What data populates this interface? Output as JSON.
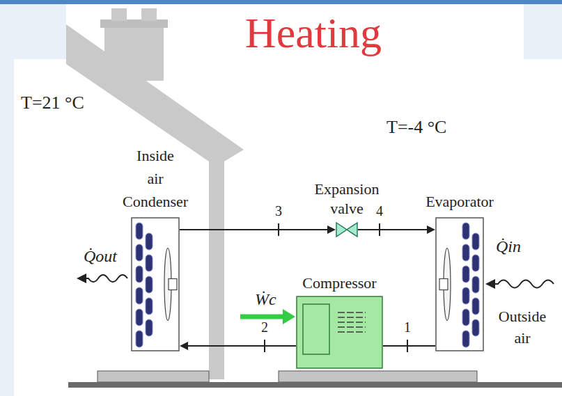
{
  "diagram": {
    "title": "Heating",
    "nodes": [
      {
        "text": [
          "Inside air",
          "Condenser"
        ]
      },
      {
        "text": [
          "Expansion valve"
        ]
      },
      {
        "text": [
          "Evaporator"
        ]
      },
      {
        "text": [
          "Compressor"
        ]
      }
    ],
    "edges": [
      {
        "from": 0,
        "to": 1,
        "label": "3",
        "arrow": "to"
      },
      {
        "from": 1,
        "to": 2,
        "label": "4",
        "arrow": "to"
      },
      {
        "from": 2,
        "to": 3,
        "label": "1",
        "arrow": "none"
      },
      {
        "from": 3,
        "to": 0,
        "label": "2",
        "arrow": "to"
      }
    ],
    "labels": [
      "T=21 °C",
      "T=-4 °C",
      "Q̇out",
      "Q̇in",
      "Ẇc",
      "Outside air"
    ]
  }
}
